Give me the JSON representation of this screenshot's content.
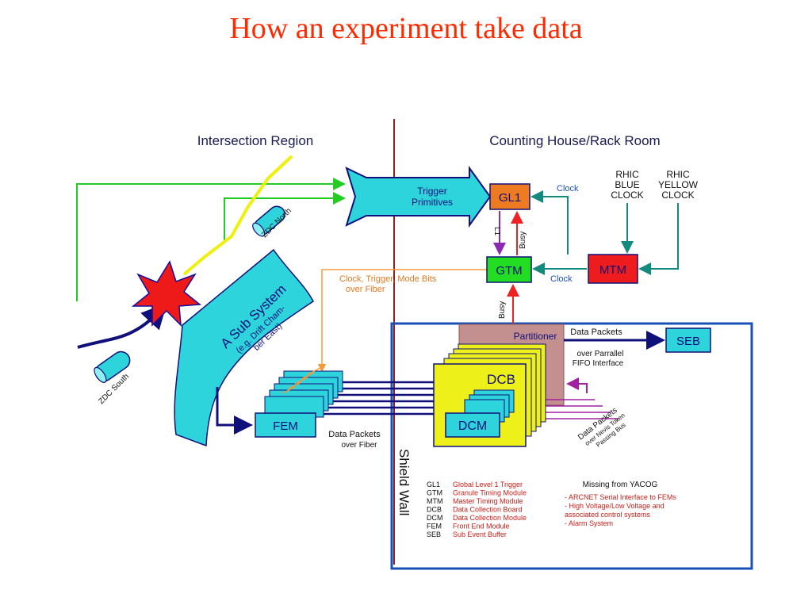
{
  "title": "How an experiment take data",
  "regions": {
    "left": "Intersection Region",
    "right": "Counting House/Rack Room",
    "wall": "Shield Wall"
  },
  "detectors": {
    "zdc_north": "ZDC North",
    "zdc_south": "ZDC South",
    "subsystem_line1": "A Sub System",
    "subsystem_line2": "(e.g. Drift Cham-",
    "subsystem_line3": "ber East)"
  },
  "trigger": {
    "line1": "Trigger",
    "line2": "Primitives"
  },
  "boxes": {
    "gl1": "GL1",
    "gtm": "GTM",
    "mtm": "MTM",
    "seb": "SEB",
    "fem": "FEM",
    "dcb": "DCB",
    "dcm": "DCM",
    "partitioner": "Partitioner"
  },
  "clocks": {
    "blue_1": "RHIC",
    "blue_2": "BLUE",
    "blue_3": "CLOCK",
    "yellow_1": "RHIC",
    "yellow_2": "YELLOW",
    "yellow_3": "CLOCK"
  },
  "labels": {
    "clock_gl1": "Clock",
    "clock_gtm": "Clock",
    "l1": "L1",
    "busy_gl1": "Busy",
    "busy_part": "Busy",
    "ctm_1": "Clock, Trigger, Mode Bits",
    "ctm_2": "over Fiber",
    "dp_fiber_1": "Data Packets",
    "dp_fiber_2": "over Fiber",
    "dp_seb": "Data Packets",
    "fifo_1": "over Parrallel",
    "fifo_2": "FIFO Interface",
    "token_1": "Data Packets",
    "token_2": "over Nevis Token",
    "token_3": "Passing Bus"
  },
  "legend": [
    {
      "abbr": "GL1",
      "desc": "Global Level 1 Trigger"
    },
    {
      "abbr": "GTM",
      "desc": "Granule Timing Module"
    },
    {
      "abbr": "MTM",
      "desc": "Master Timing Module"
    },
    {
      "abbr": "DCB",
      "desc": "Data Collection Board"
    },
    {
      "abbr": "DCM",
      "desc": "Data Collection Module"
    },
    {
      "abbr": "FEM",
      "desc": "Front End Module"
    },
    {
      "abbr": "SEB",
      "desc": "Sub Event Buffer"
    }
  ],
  "missing": {
    "title": "Missing from YACOG",
    "items": [
      "- ARCNET Serial Interface to FEMs",
      "- High Voltage/Low Voltage and",
      "  associated control systems",
      "- Alarm System"
    ]
  },
  "colors": {
    "title": "#ff2a00",
    "cyan": "#2ed4dc",
    "gl1_fill": "#ee7a22",
    "gtm_fill": "#22dd22",
    "mtm_fill": "#ee1c1c",
    "dcb_fill": "#eef01a",
    "partitioner_fill": "#c38f8f",
    "navy": "#10107a",
    "teal": "#138a7e",
    "frame_blue": "#1a4fb8",
    "fiber_orange": "#f59a3c",
    "wall": "#8a2020"
  }
}
